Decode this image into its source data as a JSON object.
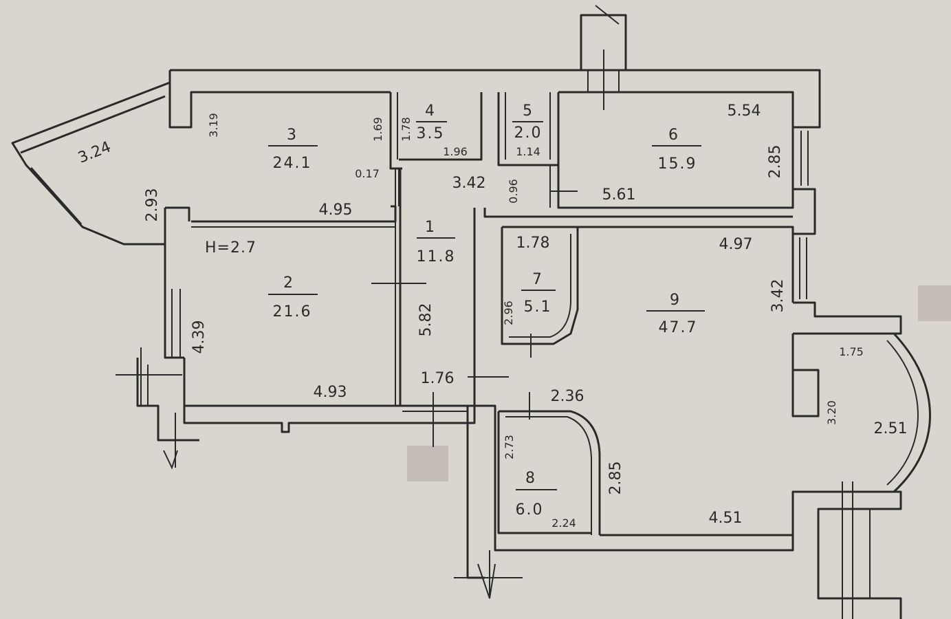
{
  "plan": {
    "height_note": "H=2.7",
    "rooms": [
      {
        "id": "1",
        "area": "11.8"
      },
      {
        "id": "2",
        "area": "21.6"
      },
      {
        "id": "3",
        "area": "24.1"
      },
      {
        "id": "4",
        "area": "3.5"
      },
      {
        "id": "5",
        "area": "2.0"
      },
      {
        "id": "6",
        "area": "15.9"
      },
      {
        "id": "7",
        "area": "5.1"
      },
      {
        "id": "8",
        "area": "6.0"
      },
      {
        "id": "9",
        "area": "47.7"
      }
    ],
    "dimensions": [
      "3.24",
      "3.19",
      "1.69",
      "1.78",
      "1.96",
      "1.14",
      "0.17",
      "3.42",
      "0.96",
      "5.54",
      "2.85",
      "5.61",
      "2.93",
      "4.95",
      "1.78",
      "4.97",
      "2.96",
      "3.42",
      "5.82",
      "4.39",
      "4.93",
      "1.76",
      "2.36",
      "1.75",
      "3.20",
      "2.51",
      "2.73",
      "2.85",
      "2.24",
      "4.51"
    ]
  }
}
